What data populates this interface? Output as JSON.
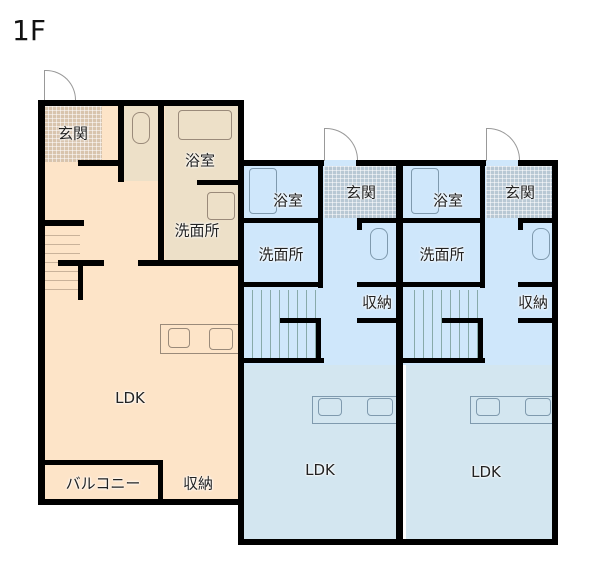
{
  "floor_label": "1F",
  "colors": {
    "unit_a": "#fde4c8",
    "unit_a_wet": "#ede0c8",
    "unit_b": "#cfe7fb",
    "unit_b_ldk": "#d3e6f0",
    "wall": "#000000"
  },
  "unit_a": {
    "genkan": "玄関",
    "bath": "浴室",
    "washroom": "洗面所",
    "ldk": "LDK",
    "balcony": "バルコニー",
    "storage": "収納"
  },
  "unit_b": {
    "bath": "浴室",
    "genkan": "玄関",
    "washroom": "洗面所",
    "storage": "収納",
    "ldk": "LDK"
  },
  "unit_c": {
    "bath": "浴室",
    "genkan": "玄関",
    "washroom": "洗面所",
    "storage": "収納",
    "ldk": "LDK"
  }
}
